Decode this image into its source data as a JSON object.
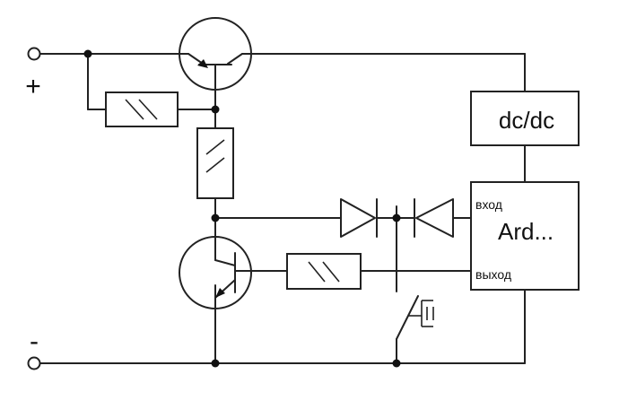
{
  "terminals": {
    "plus_label": "+",
    "minus_label": "-"
  },
  "dcdc": {
    "label": "dc/dc"
  },
  "arduino": {
    "label": "Ard...",
    "input_label": "вход",
    "output_label": "выход"
  },
  "colors": {
    "wire": "#222222",
    "background": "#ffffff"
  }
}
